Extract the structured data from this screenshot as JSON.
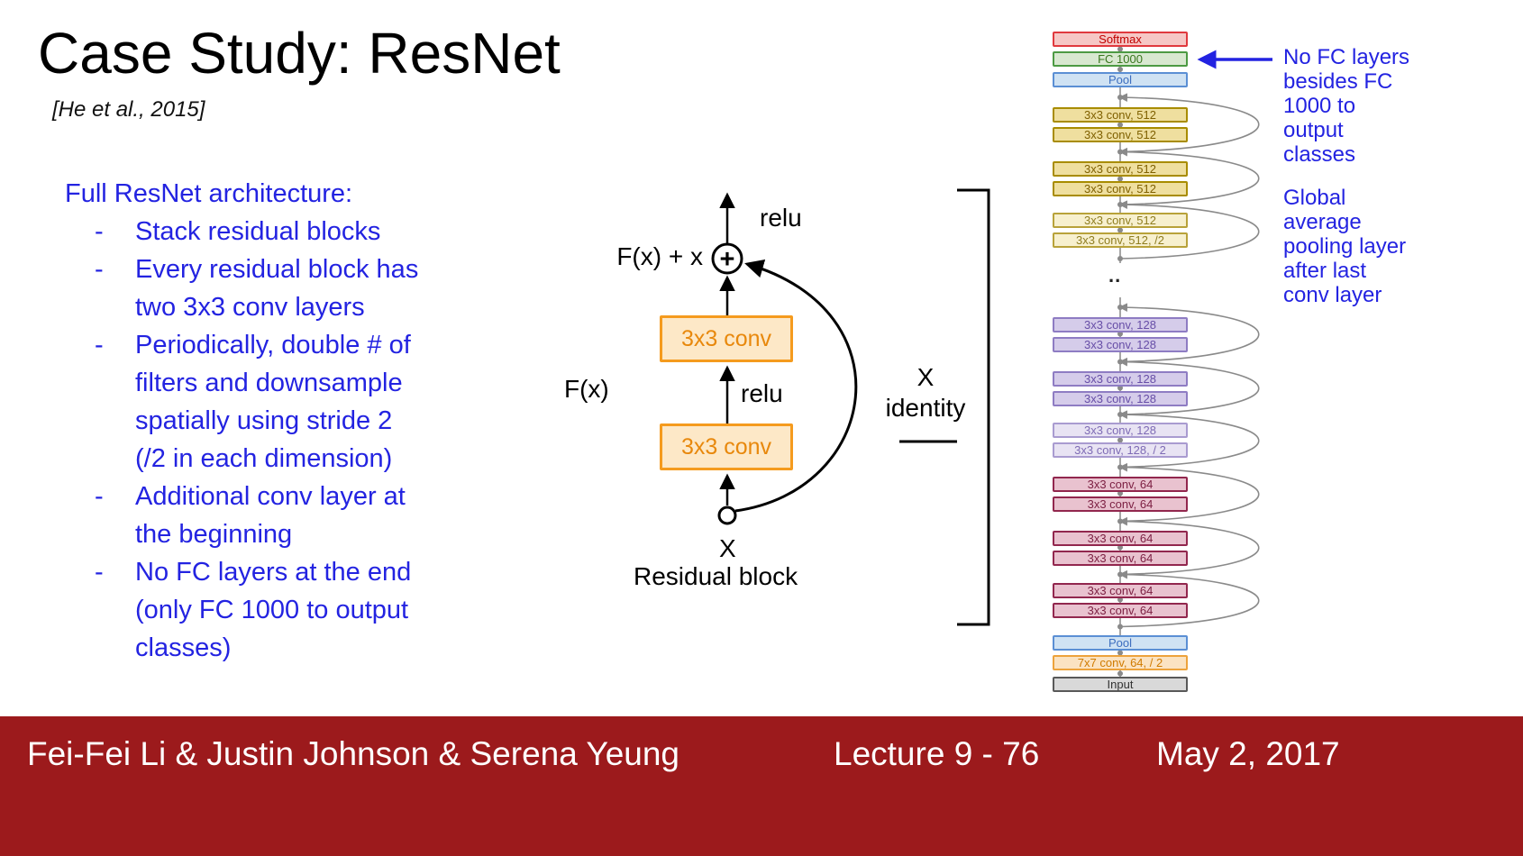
{
  "slide": {
    "title": "Case Study: ResNet",
    "citation": "[He et al., 2015]",
    "intro": "Full ResNet architecture:",
    "bullets": [
      {
        "marker": "-",
        "text": "Stack residual blocks"
      },
      {
        "marker": "-",
        "text": "Every residual block has\ntwo 3x3 conv layers"
      },
      {
        "marker": "-",
        "text": "Periodically, double # of\nfilters and downsample\nspatially using stride 2\n(/2 in each dimension)"
      },
      {
        "marker": "-",
        "text": "Additional conv layer at\nthe beginning"
      },
      {
        "marker": "-",
        "text": "No FC layers at the end\n(only FC 1000 to output\nclasses)"
      }
    ]
  },
  "residual_block": {
    "relu_top": "relu",
    "relu_mid": "relu",
    "sum_label": "F(x) + x",
    "plus_symbol": "+",
    "fx_label": "F(x)",
    "conv_top_label": "3x3 conv",
    "conv_bottom_label": "3x3 conv",
    "input_label": "X",
    "caption": "Residual block",
    "identity_label": "X\nidentity"
  },
  "stack": {
    "ellipsis": "..",
    "layers": [
      {
        "label": "Softmax"
      },
      {
        "label": "FC 1000"
      },
      {
        "label": "Pool"
      },
      {
        "label": "3x3 conv, 512"
      },
      {
        "label": "3x3 conv, 512"
      },
      {
        "label": "3x3 conv, 512"
      },
      {
        "label": "3x3 conv, 512"
      },
      {
        "label": "3x3 conv, 512"
      },
      {
        "label": "3x3 conv, 512, /2"
      },
      {
        "label": "3x3 conv, 128"
      },
      {
        "label": "3x3 conv, 128"
      },
      {
        "label": "3x3 conv, 128"
      },
      {
        "label": "3x3 conv, 128"
      },
      {
        "label": "3x3 conv, 128"
      },
      {
        "label": "3x3 conv, 128, / 2"
      },
      {
        "label": "3x3 conv, 64"
      },
      {
        "label": "3x3 conv, 64"
      },
      {
        "label": "3x3 conv, 64"
      },
      {
        "label": "3x3 conv, 64"
      },
      {
        "label": "3x3 conv, 64"
      },
      {
        "label": "3x3 conv, 64"
      },
      {
        "label": "Pool"
      },
      {
        "label": "7x7 conv, 64, / 2"
      },
      {
        "label": "Input"
      }
    ]
  },
  "annotations": {
    "no_fc": "No FC layers\nbesides FC\n1000 to\noutput\nclasses",
    "global_pool": "Global\naverage\npooling layer\nafter last\nconv layer"
  },
  "footer": {
    "authors": "Fei-Fei Li & Justin Johnson & Serena Yeung",
    "lecture": "Lecture 9 - 76",
    "date": "May 2, 2017"
  },
  "colors": {
    "text_blue": "#2323E1",
    "footer_red": "#9C1A1C",
    "residual_box_border": "#F59B1E",
    "residual_box_fill": "#FDE8C7",
    "softmax_red": "#E0393E",
    "fc_green": "#4C9A43",
    "pool_blue": "#5B8FD4",
    "conv512_gold": "#A88C00",
    "conv128_purple": "#8E7CC3",
    "conv64_maroon": "#92274E",
    "conv7x7_orange": "#EDA33C",
    "input_gray": "#595959"
  }
}
